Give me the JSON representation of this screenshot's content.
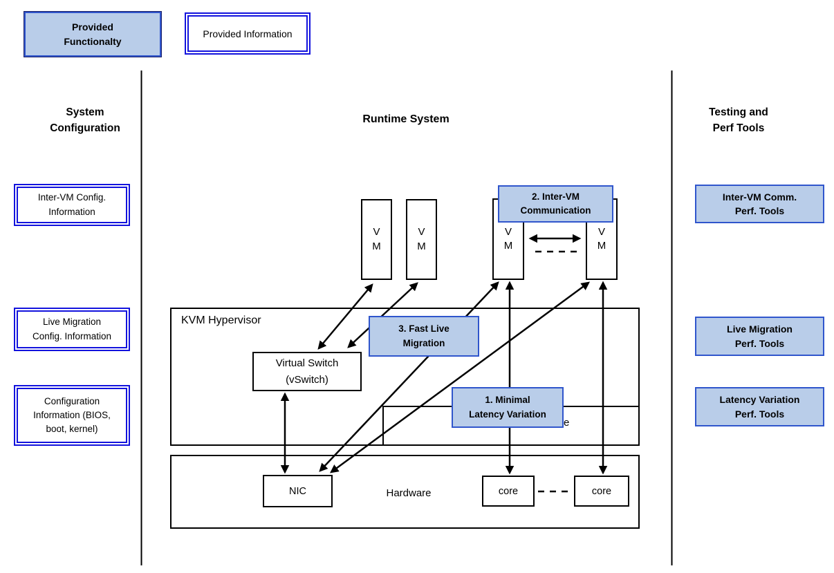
{
  "legend": {
    "functionality_label": "Provided\nFunctionalty",
    "information_label": "Provided Information"
  },
  "sections": {
    "left_title": "System\nConfiguration",
    "center_title": "Runtime System",
    "right_title": "Testing and\nPerf Tools"
  },
  "config_boxes": [
    {
      "label": "Inter-VM Config.\nInformation"
    },
    {
      "label": "Live Migration\nConfig. Information"
    },
    {
      "label": "Configuration\nInformation (BIOS,\nboot, kernel)"
    }
  ],
  "tool_boxes": [
    {
      "label": "Inter-VM Comm.\nPerf. Tools"
    },
    {
      "label": "Live Migration\nPerf. Tools"
    },
    {
      "label": "Latency Variation\nPerf. Tools"
    }
  ],
  "features": [
    {
      "label": "2. Inter-VM\nCommunication"
    },
    {
      "label": "3. Fast Live\nMigration"
    },
    {
      "label": "1. Minimal\nLatency Variation"
    }
  ],
  "runtime": {
    "hypervisor_label": "KVM Hypervisor",
    "vswitch_label": "Virtual Switch\n(vSwitch)",
    "nic_label": "NIC",
    "hardware_label": "Hardware",
    "core1_label": "core",
    "core2_label": "core",
    "vm_label": "V\nM",
    "occluded_label_fragment": "e"
  },
  "colors": {
    "feature-fill": "#b9cde9",
    "feature-border": "#2f55cc",
    "info-border": "#1212dd",
    "line-color": "#000000"
  }
}
